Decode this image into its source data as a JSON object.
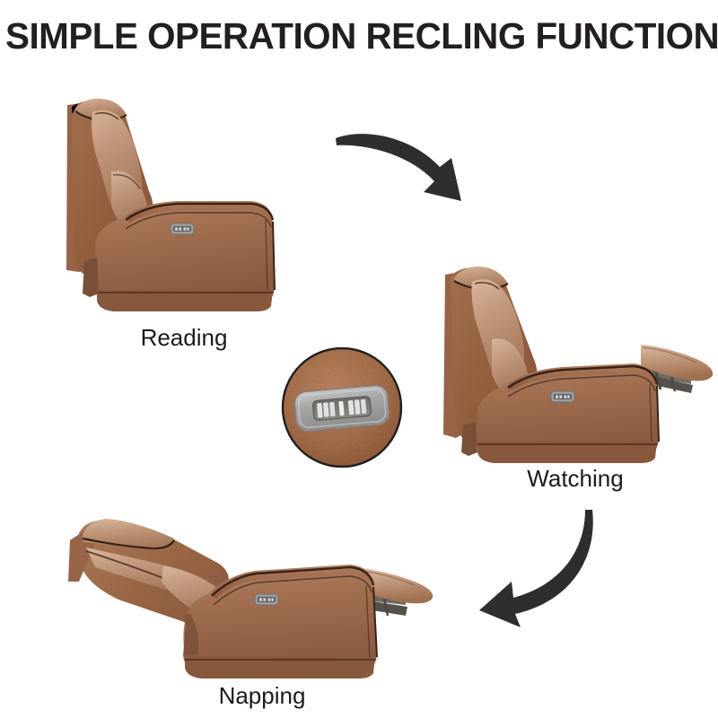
{
  "page": {
    "title": "SIMPLE OPERATION RECLING FUNCTION",
    "background_color": "#ffffff",
    "title_color": "#231f20",
    "label_color": "#1b1b1b"
  },
  "palette": {
    "upholstery_main": "#9d6b4d",
    "upholstery_mid": "#a87354",
    "upholstery_light": "#c49a7e",
    "upholstery_highlight": "#d8b39a",
    "upholstery_shadow": "#7d5139",
    "piping_dark": "#3a2218",
    "seam_dark": "#4a2d1f",
    "metal_mechanism": "#6d6a63",
    "control_panel_grey": "#a8a8a8",
    "control_panel_dark": "#6f6f6f",
    "arrow_black": "#2e2e2e",
    "callout_leather": "#a9714c",
    "callout_outline": "#1f1f1f"
  },
  "stages": [
    {
      "id": "reading",
      "label": "Reading",
      "position": "top-left",
      "recline_state": "upright",
      "footrest": "closed"
    },
    {
      "id": "watching",
      "label": "Watching",
      "position": "middle-right",
      "recline_state": "partially-reclined",
      "footrest": "extended"
    },
    {
      "id": "napping",
      "label": "Napping",
      "position": "bottom-left",
      "recline_state": "fully-reclined",
      "footrest": "extended-flat"
    }
  ],
  "arrows": [
    {
      "id": "arrow-top",
      "from": "reading",
      "to": "watching",
      "direction": "curved-right-down"
    },
    {
      "id": "arrow-bottom",
      "from": "watching",
      "to": "napping",
      "direction": "curved-left-down"
    }
  ],
  "callout": {
    "id": "control-panel-closeup",
    "subject": "power recline control panel",
    "shape": "circle",
    "buttons": 2,
    "button_segments": 3
  },
  "icons": {
    "control_panel": "control-panel-icon",
    "arrow_curved": "curved-arrow-icon",
    "magnifier_circle": "callout-circle-icon"
  }
}
